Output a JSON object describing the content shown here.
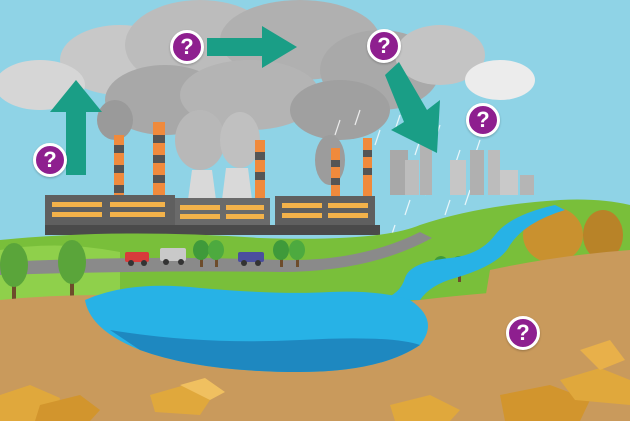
{
  "colors": {
    "sky": "#8fd3e6",
    "smoke": "#bdbdbd",
    "arrow": "#1a9e86",
    "water": "#27b2e6",
    "grass": "#79bf3a",
    "soil": "#c99a5c",
    "question_badge": "#8e1f8f"
  },
  "markers": [
    {
      "label": "?",
      "icon": "question-mark-icon"
    },
    {
      "label": "?",
      "icon": "question-mark-icon"
    },
    {
      "label": "?",
      "icon": "question-mark-icon"
    },
    {
      "label": "?",
      "icon": "question-mark-icon"
    },
    {
      "label": "?",
      "icon": "question-mark-icon"
    }
  ],
  "arrows": [
    {
      "direction": "up",
      "icon": "arrow-up-icon"
    },
    {
      "direction": "right",
      "icon": "arrow-right-icon"
    },
    {
      "direction": "down-right",
      "icon": "arrow-down-right-icon"
    }
  ]
}
